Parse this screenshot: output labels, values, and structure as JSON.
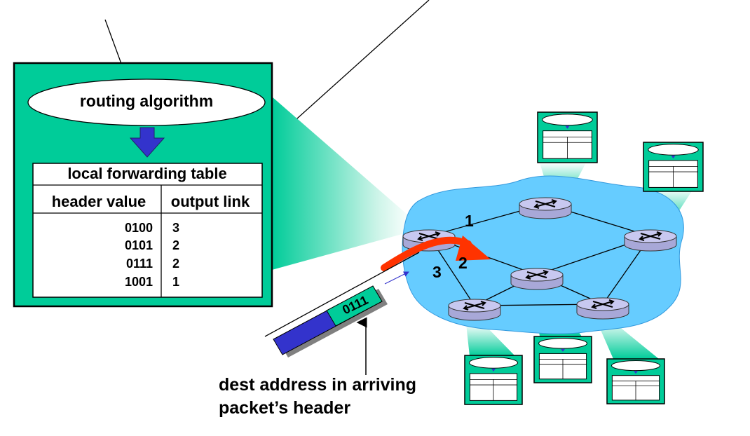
{
  "router": {
    "routing_algorithm": "routing algorithm",
    "table_title": "local forwarding table",
    "col_header_value": "header value",
    "col_output_link": "output link",
    "rows": [
      {
        "header": "0100",
        "link": "3"
      },
      {
        "header": "0101",
        "link": "2"
      },
      {
        "header": "0111",
        "link": "2"
      },
      {
        "header": "1001",
        "link": "1"
      }
    ]
  },
  "network": {
    "port_labels": [
      "1",
      "2",
      "3"
    ]
  },
  "packet": {
    "header_value": "0111"
  },
  "caption": {
    "line1": "dest address in arriving",
    "line2": "packet’s header"
  },
  "colors": {
    "panel_green": "#00CC99",
    "cloud_blue": "#66CCFF",
    "router_lavender": "#C8C8F0",
    "packet_blue": "#3333CC",
    "arrow_red": "#FF3300",
    "down_arrow": "#3333CC"
  },
  "icons": [
    "router-icon",
    "down-arrow-icon",
    "curved-arrow-icon",
    "mini-forwarding-table-icon"
  ]
}
